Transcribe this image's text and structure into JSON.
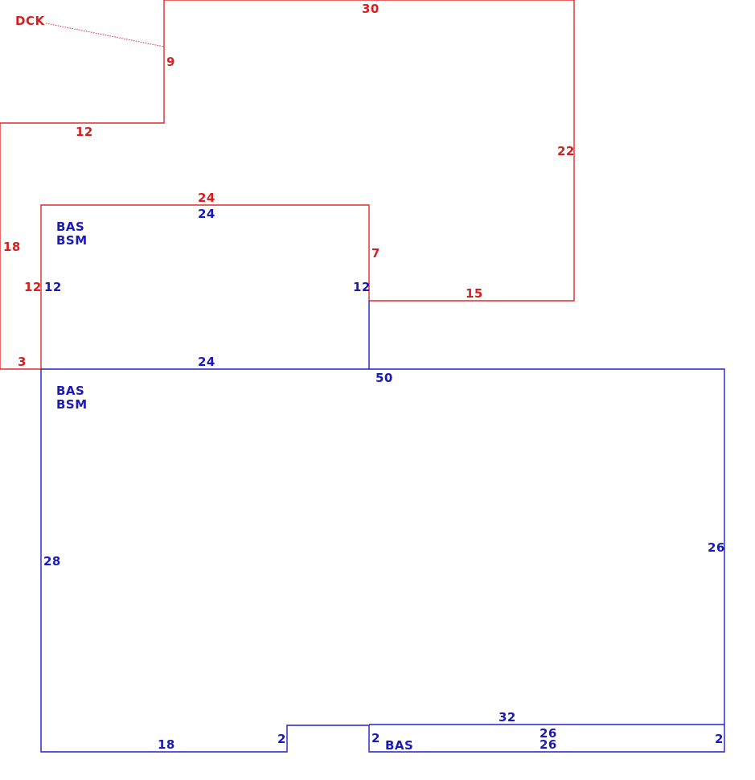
{
  "colors": {
    "deck": "#e02a2a",
    "deck_text": "#d42020",
    "base": "#2020d0",
    "base_text": "#1a1ab8",
    "background": "#ffffff"
  },
  "deck": {
    "label": "DCK",
    "dims": {
      "top": "30",
      "left_upper": "9",
      "left_step": "12",
      "right": "22",
      "outer_left": "18",
      "inner_left": "12",
      "inner_top": "24",
      "inner_right": "7",
      "bottom_step": "15",
      "bottom_left": "3"
    }
  },
  "upper_room": {
    "labels": [
      "BAS",
      "BSM"
    ],
    "dims": {
      "top": "24",
      "left": "12",
      "right": "12",
      "bottom": "24"
    }
  },
  "main_room": {
    "labels": [
      "BAS",
      "BSM"
    ],
    "dims": {
      "top": "50",
      "left": "28",
      "right": "26",
      "bottom_left": "18",
      "notch_left": "2"
    }
  },
  "strip": {
    "label": "BAS",
    "dims": {
      "top": "32",
      "top_inner": "26",
      "bottom": "26",
      "left": "2",
      "right": "2"
    }
  }
}
